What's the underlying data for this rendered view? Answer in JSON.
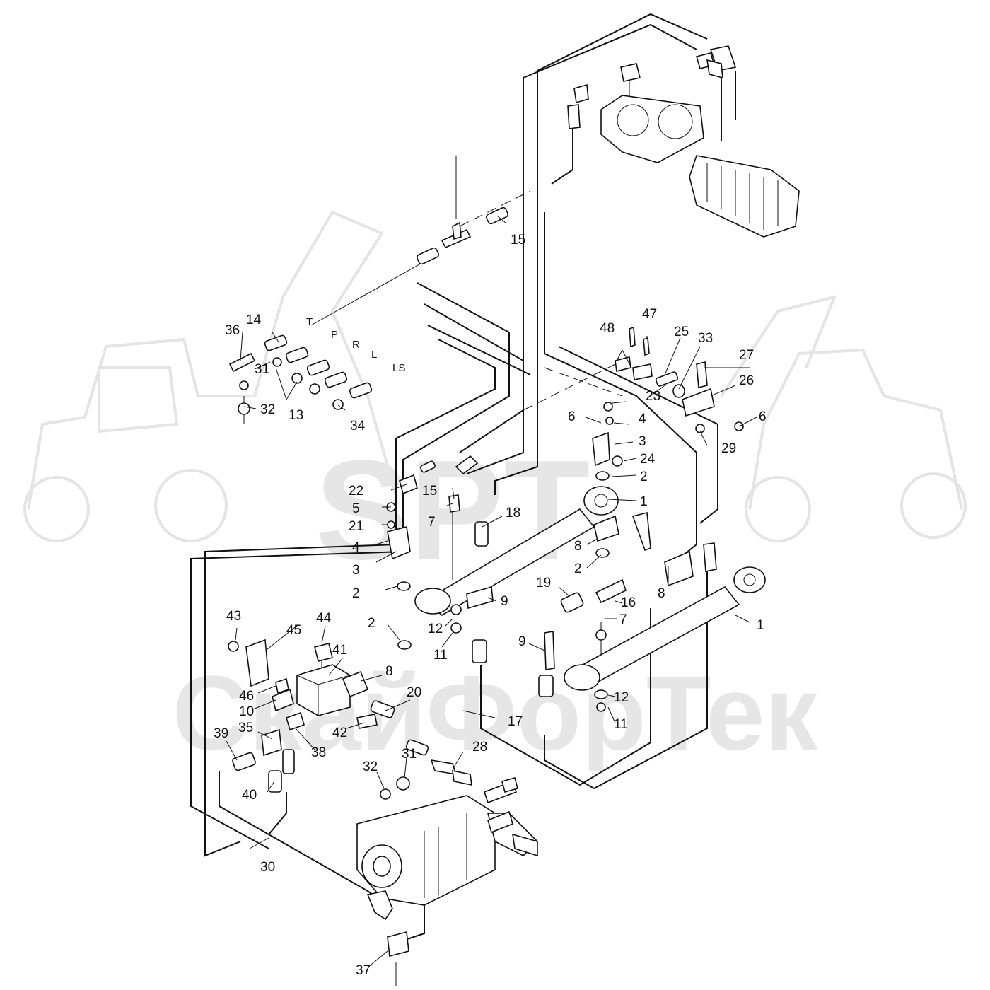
{
  "watermark": {
    "logo_text": "SPT",
    "brand_text": "СкайФорТек"
  },
  "line_labels": [
    "T",
    "P",
    "R",
    "L",
    "LS"
  ],
  "callouts": {
    "c1a": "1",
    "c1b": "1",
    "c2a": "2",
    "c2b": "2",
    "c2c": "2",
    "c2d": "2",
    "c3a": "3",
    "c3b": "3",
    "c4a": "4",
    "c4b": "4",
    "c5": "5",
    "c6a": "6",
    "c6b": "6",
    "c7a": "7",
    "c7b": "7",
    "c8a": "8",
    "c8b": "8",
    "c8c": "8",
    "c9a": "9",
    "c9b": "9",
    "c10": "10",
    "c11a": "11",
    "c11b": "11",
    "c12a": "12",
    "c12b": "12",
    "c13": "13",
    "c14": "14",
    "c15a": "15",
    "c15b": "15",
    "c16": "16",
    "c17": "17",
    "c18": "18",
    "c19": "19",
    "c20": "20",
    "c21": "21",
    "c22": "22",
    "c23": "23",
    "c24": "24",
    "c25": "25",
    "c26": "26",
    "c27": "27",
    "c28": "28",
    "c29": "29",
    "c30": "30",
    "c31a": "31",
    "c31b": "31",
    "c32a": "32",
    "c32b": "32",
    "c33": "33",
    "c34": "34",
    "c35": "35",
    "c36": "36",
    "c37": "37",
    "c38": "38",
    "c39": "39",
    "c40": "40",
    "c41": "41",
    "c42": "42",
    "c43": "43",
    "c44": "44",
    "c45": "45",
    "c46": "46",
    "c47": "47",
    "c48": "48"
  }
}
